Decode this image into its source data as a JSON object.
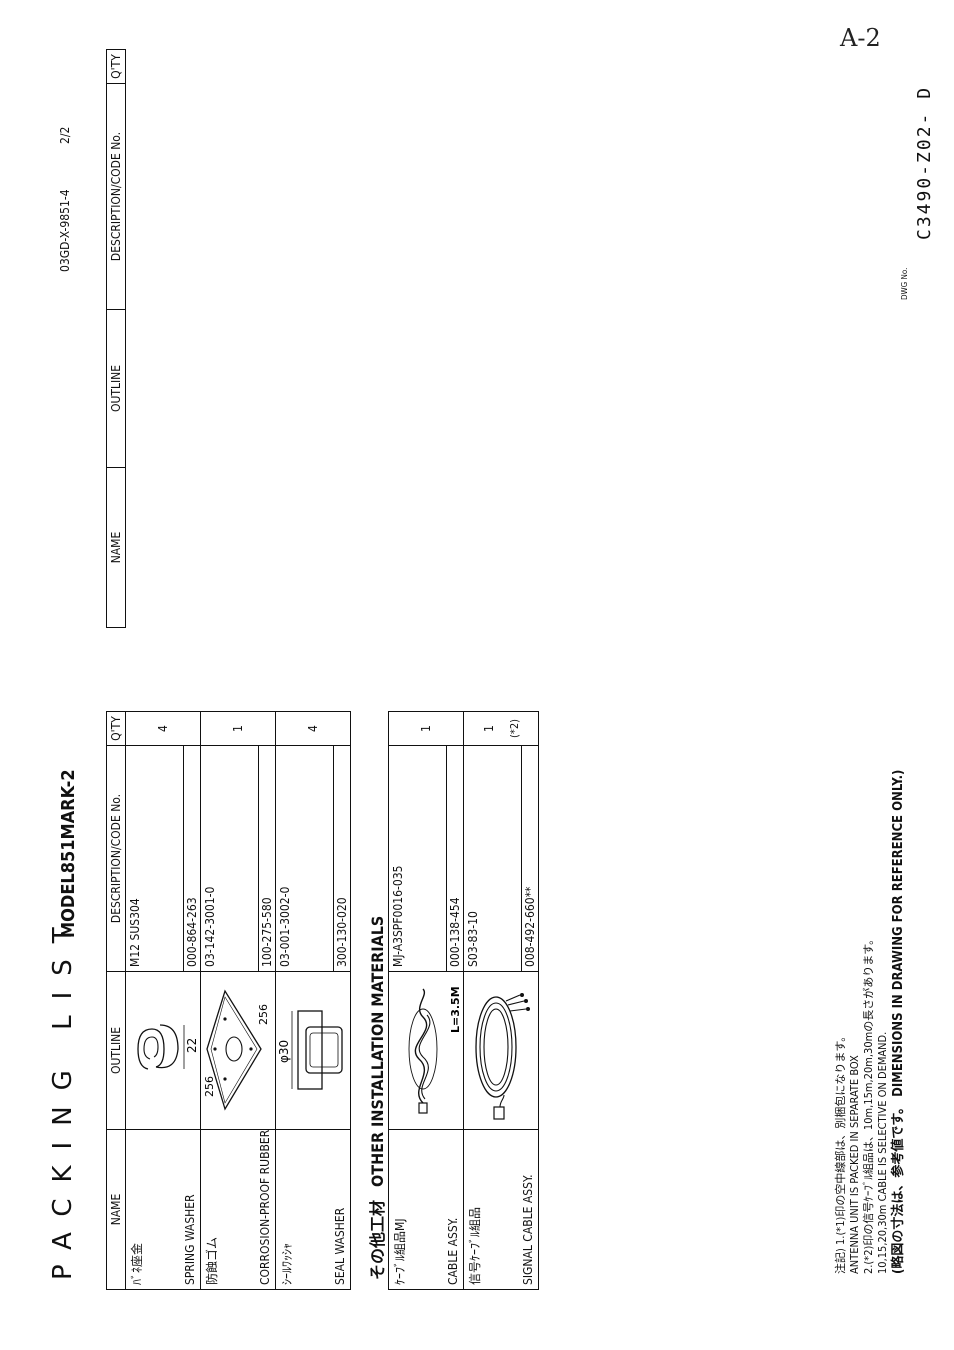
{
  "header": {
    "title": "PACKING LIST",
    "model": "MODEL851MARK-2",
    "doc_no": "03GD-X-9851-4",
    "page": "2/2",
    "handwritten": "A-2"
  },
  "columns": {
    "name": "NAME",
    "outline": "OUTLINE",
    "description": "DESCRIPTION/CODE No.",
    "qty": "Q'TY"
  },
  "items": [
    {
      "name_jp": "ﾊﾞﾈ座金",
      "name_en": "SPRING WASHER",
      "desc": "M12 SUS304",
      "code": "000-864-263",
      "qty": "4",
      "outline_dims": [
        "22"
      ]
    },
    {
      "name_jp": "防蝕ゴム",
      "name_en": "CORROSION-PROOF RUBBER MAT",
      "desc": "03-142-3001-0",
      "code": "100-275-580",
      "qty": "1",
      "outline_dims": [
        "256",
        "256"
      ]
    },
    {
      "name_jp": "ｼｰﾙﾜｯｼｬ",
      "name_en": "SEAL WASHER",
      "desc": "03-001-3002-0",
      "code": "300-130-020",
      "qty": "4",
      "outline_dims": [
        "φ30"
      ]
    }
  ],
  "other_section": {
    "title_jp": "その他工材",
    "title_en": "OTHER INSTALLATION MATERIALS"
  },
  "other_items": [
    {
      "name_jp": "ｹｰﾌﾞﾙ組品MJ",
      "name_en": "CABLE ASSY.",
      "desc": "MJ-A3SPF0016-035",
      "code": "000-138-454",
      "qty": "1",
      "outline_dims": [
        "L=3.5M"
      ]
    },
    {
      "name_jp": "信号ｹｰﾌﾞﾙ組品",
      "name_en": "SIGNAL CABLE ASSY.",
      "desc": "S03-83-10",
      "code": "008-492-660**",
      "qty": "1",
      "qty_note": "(*2)",
      "outline_dims": []
    }
  ],
  "notes": [
    "注記) 1.(*1)印の空中線部は、別梱包になります。",
    "ANTENNA UNIT IS PACKED IN SEPARATE BOX",
    "2.(*2)印の信号ｹｰﾌﾞﾙ組品は、10m,15m,20m,30mの長さがあります。",
    "10,15,20,30m CABLE IS SELECTIVE ON DEMAND."
  ],
  "reference_note": "(略図の寸法は、参考値です。 DIMENSIONS IN DRAWING FOR REFERENCE ONLY.)",
  "dwg": {
    "label": "DWG No.",
    "number": "C3490-Z02- D"
  }
}
